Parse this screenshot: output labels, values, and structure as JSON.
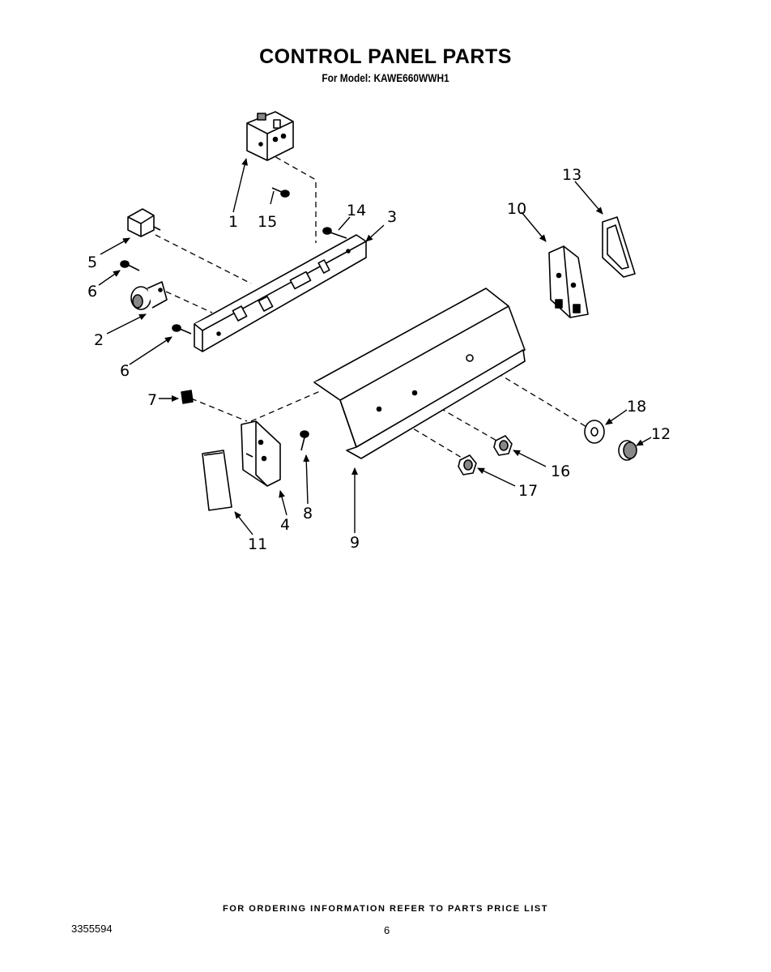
{
  "header": {
    "title": "CONTROL PANEL PARTS",
    "subtitle": "For Model: KAWE660WWH1"
  },
  "callouts": [
    "1",
    "15",
    "14",
    "3",
    "10",
    "13",
    "5",
    "6",
    "2",
    "6",
    "7",
    "18",
    "12",
    "16",
    "17",
    "8",
    "4",
    "11",
    "9"
  ],
  "footer": {
    "ordering_note": "FOR ORDERING INFORMATION REFER TO PARTS PRICE LIST",
    "document_number": "3355594",
    "page_number": "6"
  }
}
